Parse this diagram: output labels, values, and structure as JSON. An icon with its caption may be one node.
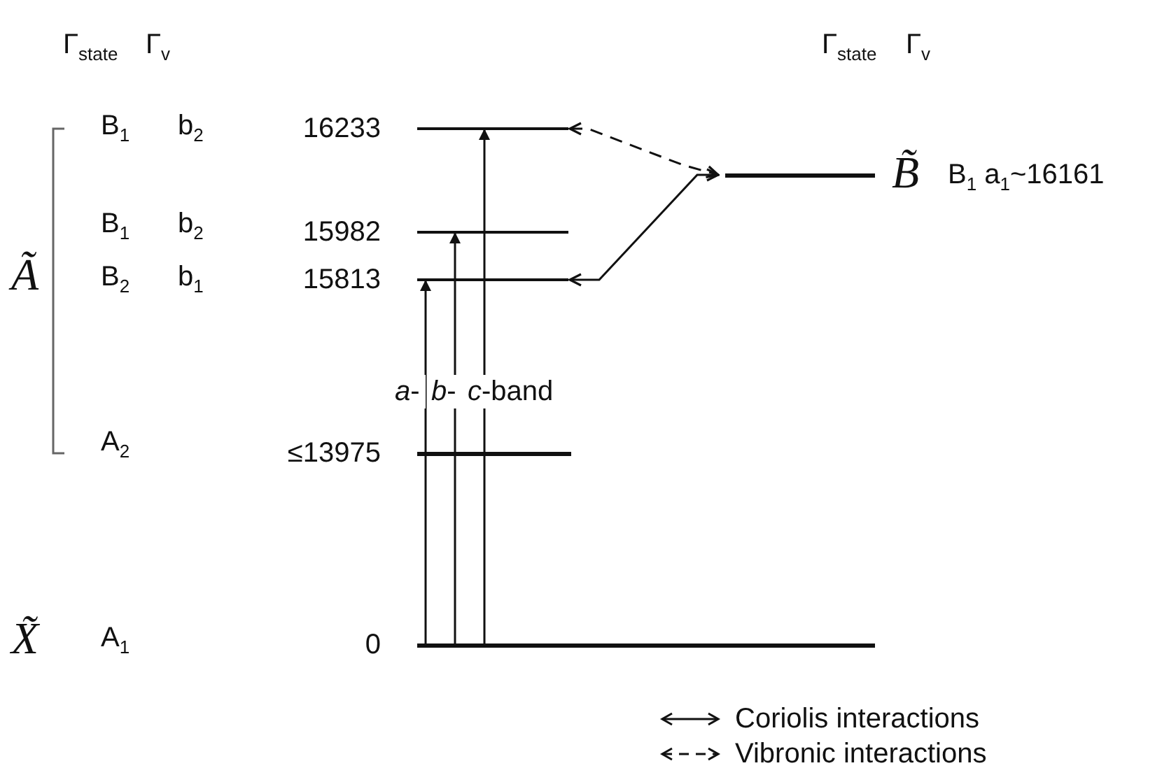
{
  "diagram": {
    "nodes": [
      {
        "text": [],
        "shape": "bar",
        "beside": [
          "16233"
        ]
      },
      {
        "text": [],
        "shape": "bar",
        "beside": [
          "15982"
        ]
      },
      {
        "text": [],
        "shape": "bar",
        "beside": [
          "15813"
        ]
      },
      {
        "text": [],
        "shape": "bar",
        "beside": [
          "≤13975"
        ]
      },
      {
        "text": [],
        "shape": "bar",
        "beside": [
          "0"
        ]
      },
      {
        "text": [],
        "shape": "bar",
        "beside": [
          "B̃",
          "B$_{1}$ a$_{1}$~16161"
        ]
      }
    ],
    "edges": [
      {
        "from": 4,
        "to": 2,
        "arrow": "to",
        "label": "*a*-"
      },
      {
        "from": 4,
        "to": 1,
        "arrow": "to",
        "label": "*b*-"
      },
      {
        "from": 4,
        "to": 0,
        "arrow": "to",
        "label": "*c*-band"
      },
      {
        "from": 2,
        "to": 5,
        "arrow": "both"
      },
      {
        "from": 0,
        "to": 5,
        "arrow": "both",
        "style": "dashed"
      }
    ],
    "labels": [
      "Γ$_{state}$",
      "Γ$_{v}$",
      "Γ$_{state}$",
      "Γ$_{v}$",
      "B$_{1}$",
      "b$_{2}$",
      "B$_{1}$",
      "b$_{2}$",
      "Ã",
      "B$_{2}$",
      "b$_{1}$",
      "A$_{2}$",
      "X̃",
      "A$_{1}$"
    ],
    "legend": [
      {
        "text": "Coriolis interactions"
      },
      {
        "text": "Vibronic interactions"
      }
    ]
  }
}
